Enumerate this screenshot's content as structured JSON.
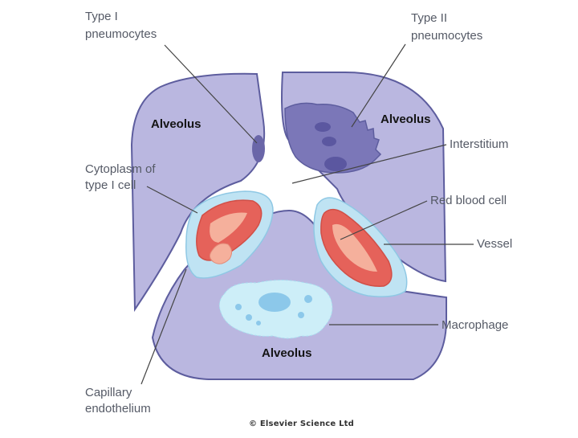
{
  "diagram": {
    "labels": {
      "type1_line1": "Type I",
      "type1_line2": "pneumocytes",
      "type2_line1": "Type II",
      "type2_line2": "pneumocytes",
      "cyto_line1": "Cytoplasm of",
      "cyto_line2": "type I cell",
      "interstitium": "Interstitium",
      "rbc": "Red blood cell",
      "vessel": "Vessel",
      "macrophage": "Macrophage",
      "cap_line1": "Capillary",
      "cap_line2": "endothelium"
    },
    "alveoli": [
      "Alveolus",
      "Alveolus",
      "Alveolus"
    ],
    "credit": "© Elsevier Science Ltd"
  },
  "colors": {
    "alveolus_fill": "#b9b6df",
    "membrane": "#5d5d9e",
    "nucleus": "#6a66a8",
    "vessel_fill": "#bfe3f3",
    "rbc_red": "#e5625a",
    "rbc_light": "#f5b09c",
    "macrophage": "#cdeef8",
    "leader_line": "#444444"
  }
}
